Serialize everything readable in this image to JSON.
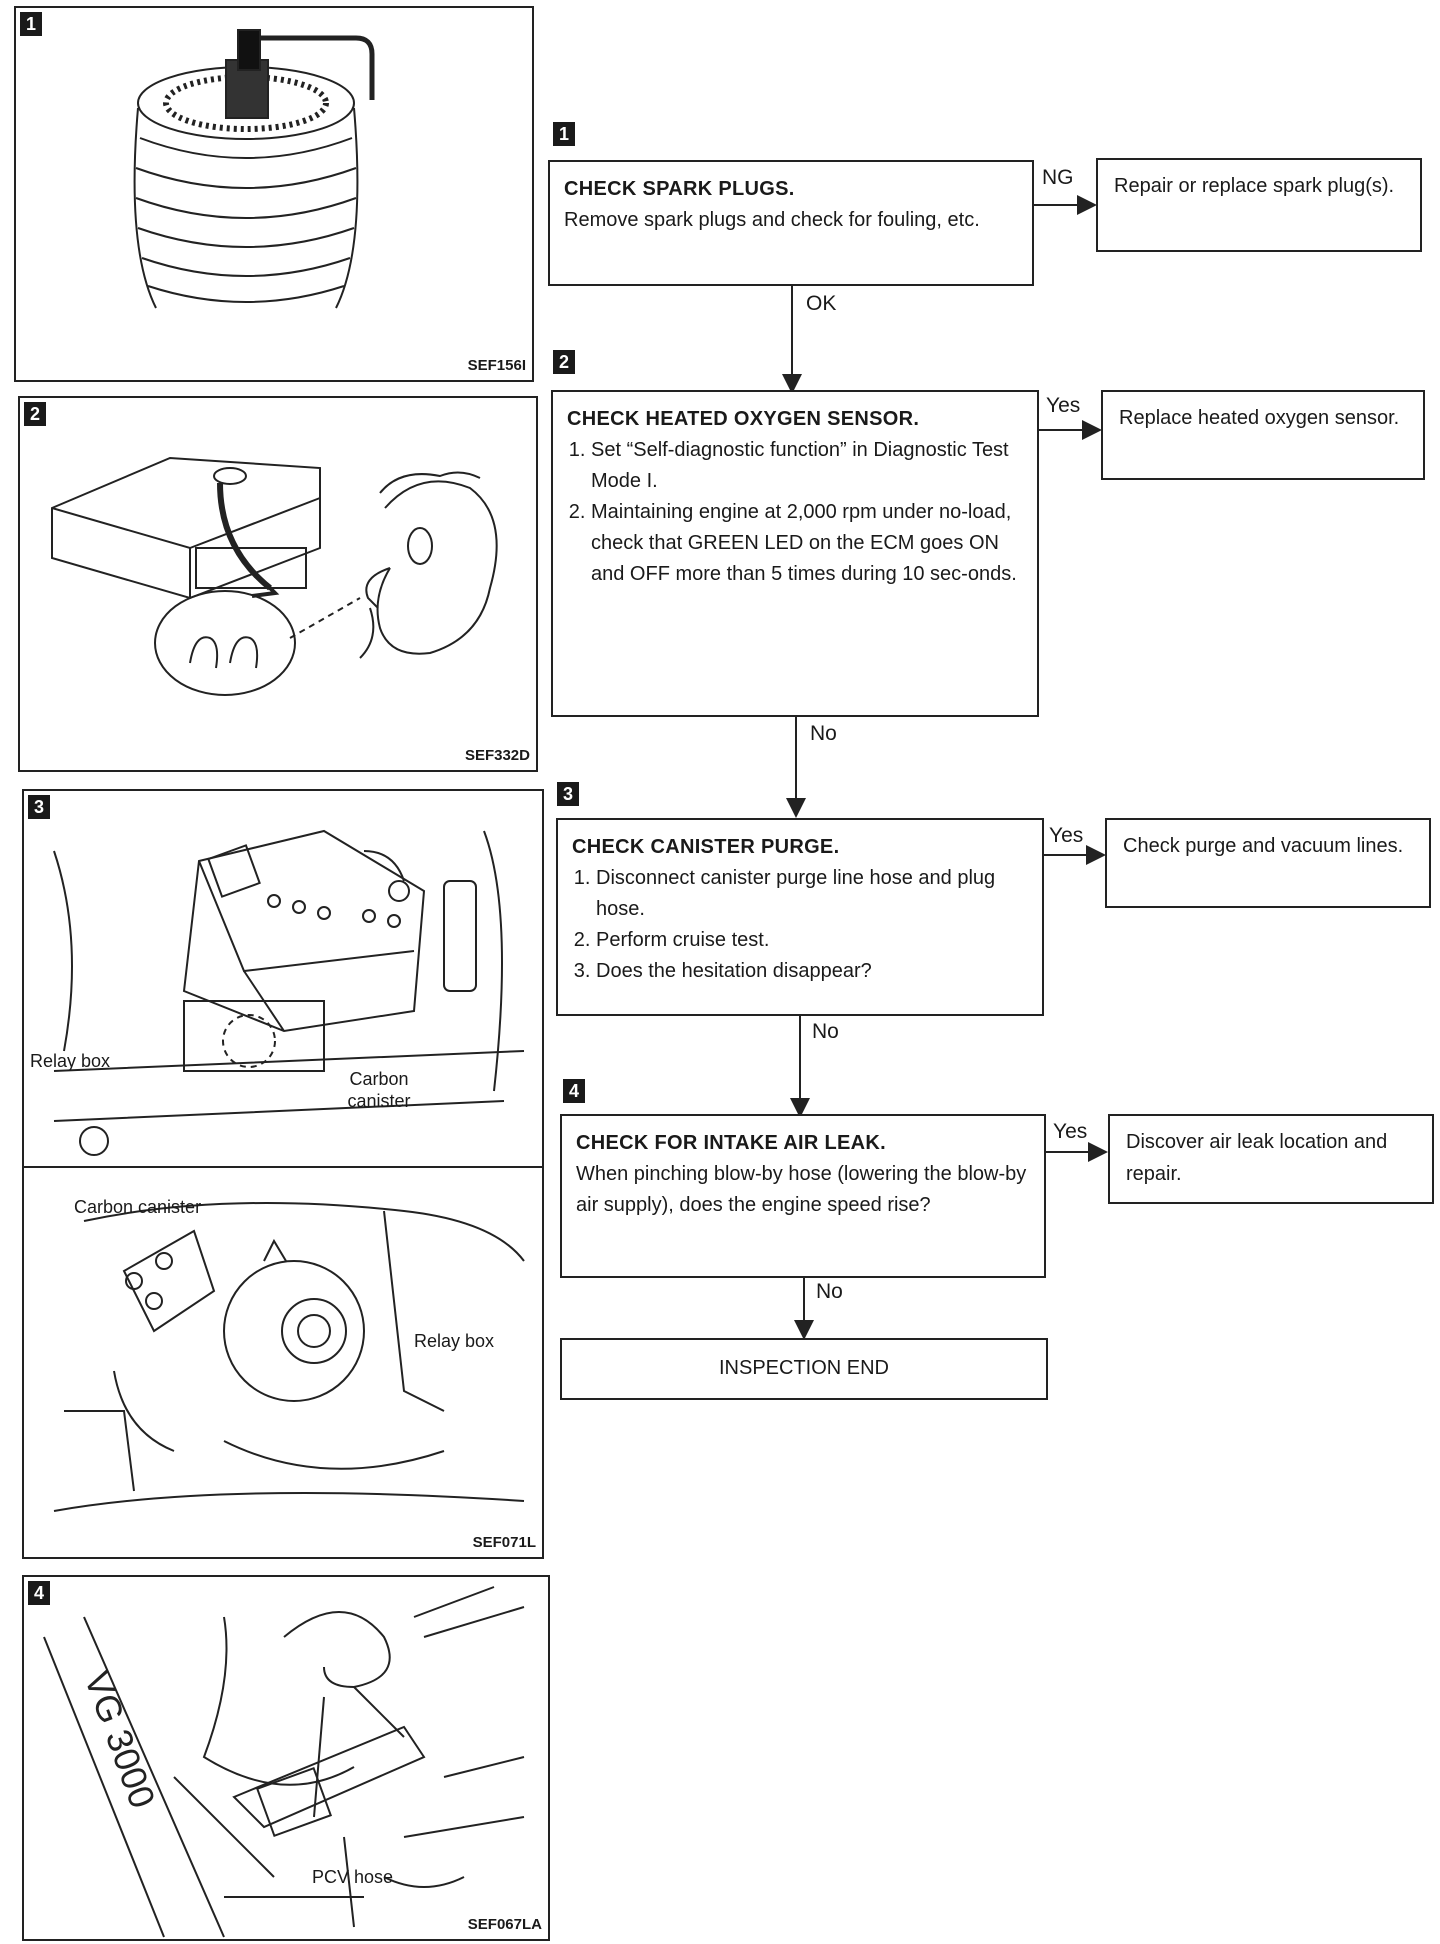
{
  "figures": [
    {
      "badge": "1",
      "code": "SEF156I"
    },
    {
      "badge": "2",
      "code": "SEF332D"
    },
    {
      "badge": "3",
      "callouts": [
        "Relay box",
        "Carbon canister",
        "Carbon canister",
        "Relay box"
      ],
      "code": "SEF071L"
    },
    {
      "badge": "4",
      "callouts": [
        "PCV hose"
      ],
      "code": "SEF067LA",
      "engine_label": "VG 3000"
    }
  ],
  "flow": {
    "steps": [
      {
        "num": "1",
        "title": "CHECK SPARK PLUGS.",
        "text": "Remove spark plugs and check for fouling, etc."
      },
      {
        "num": "2",
        "title": "CHECK HEATED OXYGEN SENSOR.",
        "items": [
          "Set “Self-diagnostic function” in Diagnostic Test Mode I.",
          "Maintaining engine at 2,000 rpm under no-load, check that GREEN LED on the ECM goes ON and OFF more than 5 times during 10 sec-onds."
        ]
      },
      {
        "num": "3",
        "title": "CHECK CANISTER PURGE.",
        "items": [
          "Disconnect canister purge line hose and plug hose.",
          "Perform cruise test.",
          "Does the hesitation disappear?"
        ]
      },
      {
        "num": "4",
        "title": "CHECK FOR INTAKE AIR LEAK.",
        "text": "When pinching blow-by hose (lowering the blow-by air supply), does the engine speed rise?"
      }
    ],
    "results": [
      {
        "label": "NG",
        "text": "Repair or replace spark plug(s)."
      },
      {
        "label": "Yes",
        "text": "Replace heated oxygen sensor."
      },
      {
        "label": "Yes",
        "text": "Check purge and vacuum lines."
      },
      {
        "label": "Yes",
        "text": "Discover air leak location and repair."
      }
    ],
    "down_labels": [
      "OK",
      "No",
      "No",
      "No"
    ],
    "end": "INSPECTION END"
  }
}
